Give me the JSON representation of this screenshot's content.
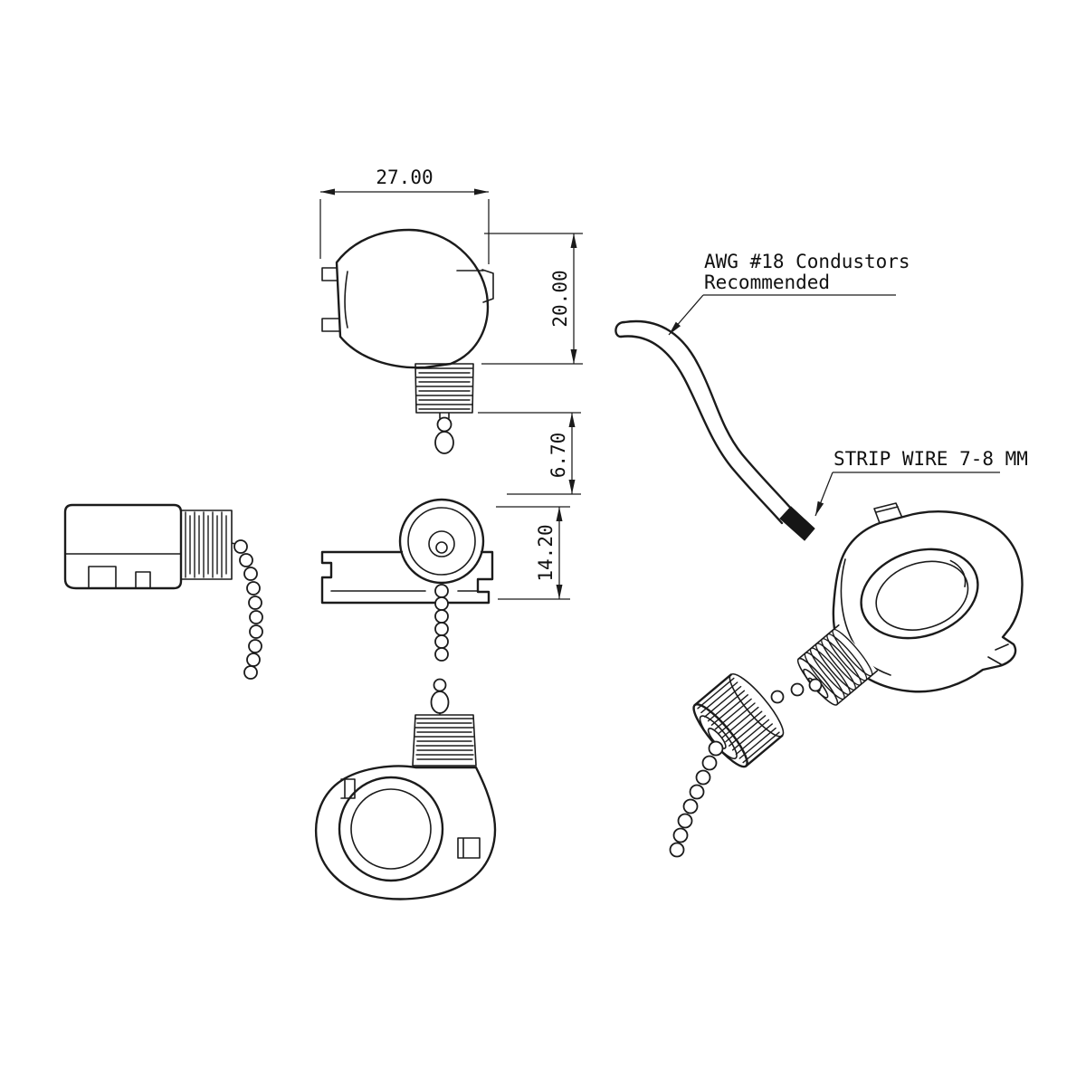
{
  "drawing": {
    "background": "#ffffff",
    "line_color": "#1b1b1b",
    "dimensions": {
      "body_width": "27.00",
      "body_height": "20.00",
      "stem_length": "6.70",
      "side_depth": "14.20"
    },
    "annotations": {
      "conductors_line1": "AWG #18 Condustors",
      "conductors_line2": "Recommended",
      "strip_wire": "STRIP WIRE 7-8 MM"
    }
  }
}
